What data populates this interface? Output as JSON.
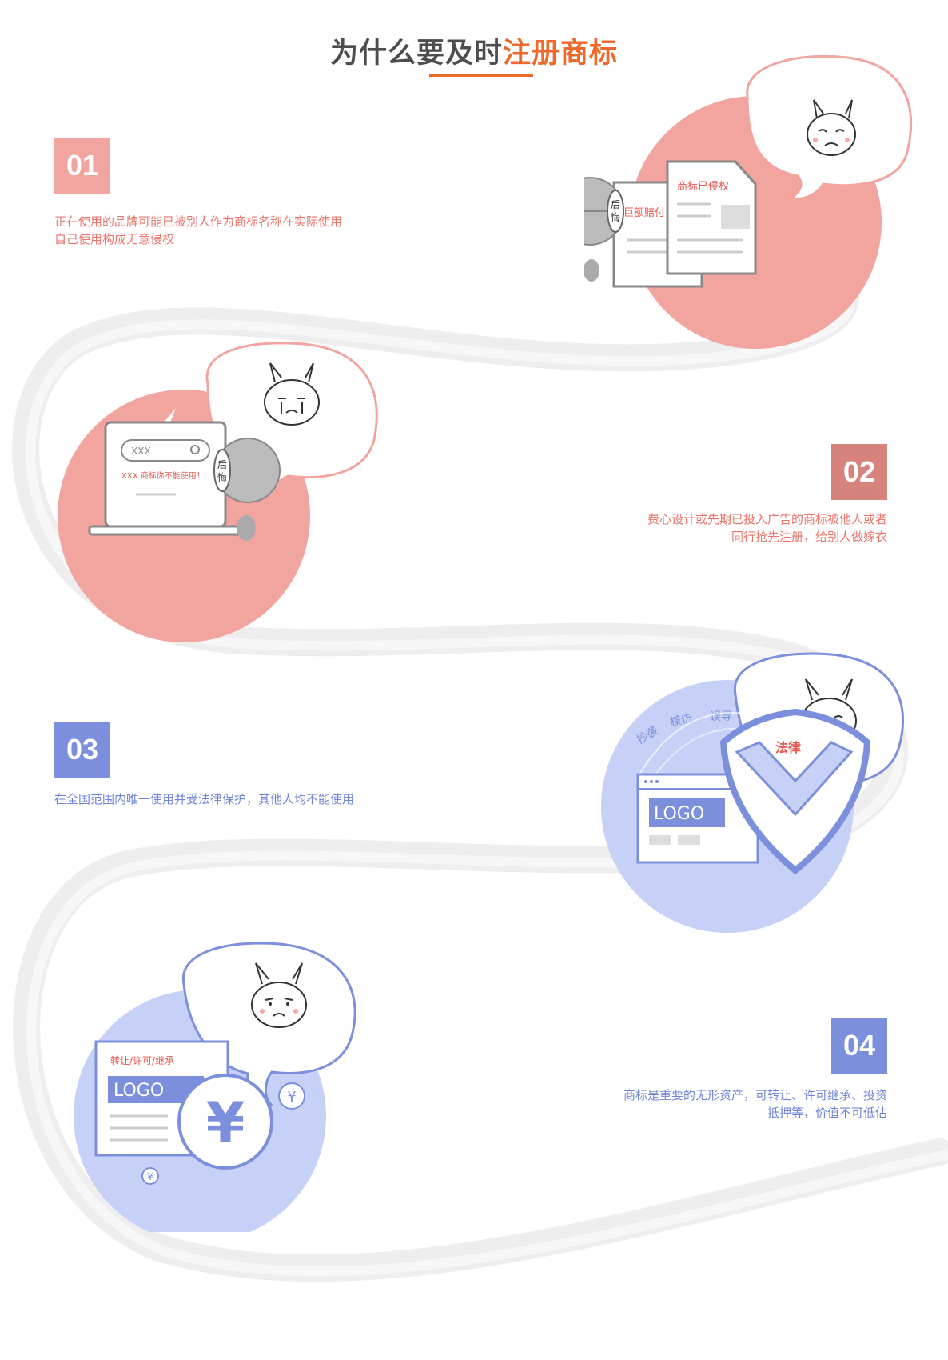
{
  "header": {
    "title_prefix": "为什么要及时",
    "title_highlight": "注册商标"
  },
  "sections": [
    {
      "number": "01",
      "color": "#f2a59f",
      "lines": [
        "正在使用的品牌可能已被别人作为商标名称在实际使用",
        "自己使用构成无意侵权"
      ],
      "labels": {
        "doc_front": "商标已侵权",
        "doc_back": "巨额赔付",
        "helmet": "后悔"
      }
    },
    {
      "number": "02",
      "color": "#d6837d",
      "lines": [
        "费心设计或先期已投入广告的商标被他人或者",
        "同行抢先注册，给别人做嫁衣"
      ],
      "labels": {
        "search": "XXX",
        "warning": "XXX 商标你不能使用！",
        "helmet": "后悔"
      }
    },
    {
      "number": "03",
      "color": "#7c8fdc",
      "lines": [
        "在全国范围内唯一使用并受法律保护，其他人均不能使用"
      ],
      "labels": {
        "arc1": "抄袭",
        "arc2": "模仿",
        "arc3": "误导",
        "shield": "法律",
        "logo": "LOGO"
      }
    },
    {
      "number": "04",
      "color": "#7c8fdc",
      "lines": [
        "商标是重要的无形资产，可转让、许可继承、投资",
        "抵押等，价值不可低估"
      ],
      "labels": {
        "card_title": "转让/许可/继承",
        "logo": "LOGO",
        "coin": "¥",
        "mini_coin": "¥"
      }
    }
  ]
}
